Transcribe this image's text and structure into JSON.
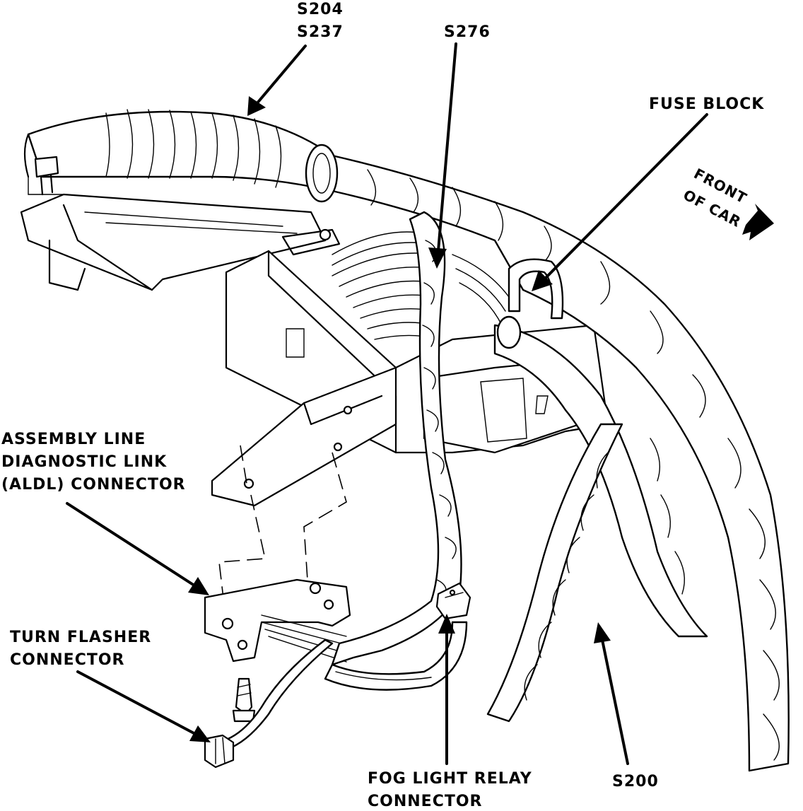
{
  "labels": {
    "s204": "S204",
    "s237": "S237",
    "s276": "S276",
    "fuse_block": "FUSE BLOCK",
    "front_of_car_1": "FRONT",
    "front_of_car_2": "OF CAR",
    "aldl_line1": "ASSEMBLY LINE",
    "aldl_line2": "DIAGNOSTIC LINK",
    "aldl_line3": "(ALDL) CONNECTOR",
    "turn_flasher_line1": "TURN FLASHER",
    "turn_flasher_line2": "CONNECTOR",
    "fog_light_line1": "FOG LIGHT RELAY",
    "fog_light_line2": "CONNECTOR",
    "s200": "S200"
  }
}
